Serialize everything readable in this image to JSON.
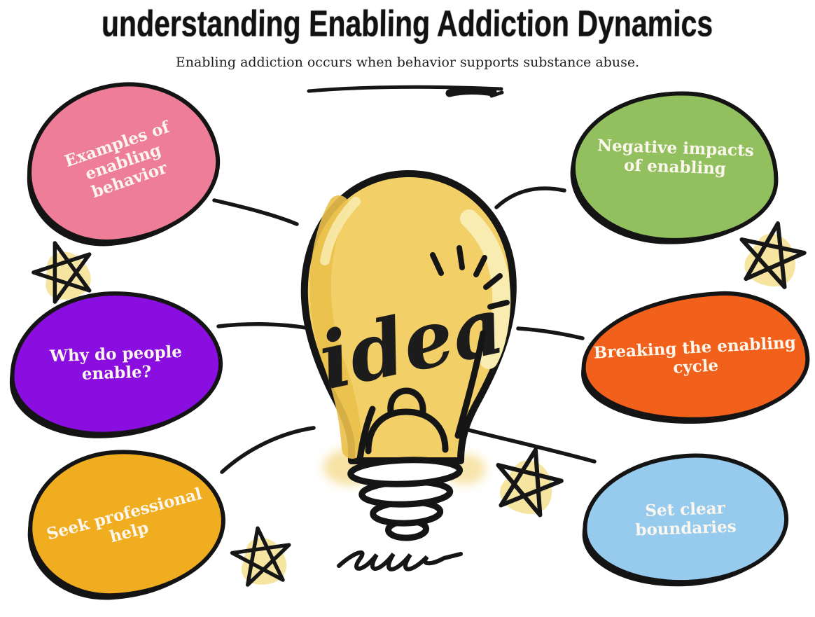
{
  "header": {
    "title": "understanding Enabling Addiction Dynamics",
    "subtitle": "Enabling addiction occurs when behavior supports substance abuse."
  },
  "bulb": {
    "label": "idea",
    "icon": "lightbulb-idea-icon"
  },
  "nodes": [
    {
      "label": "Examples of enabling behavior",
      "color": "#ee7e97",
      "position": "top-left"
    },
    {
      "label": "Negative impacts of enabling",
      "color": "#93c05e",
      "position": "top-right"
    },
    {
      "label": "Why do people enable?",
      "color": "#8a0ee0",
      "position": "middle-left"
    },
    {
      "label": "Breaking the enabling cycle",
      "color": "#f2611b",
      "position": "middle-right"
    },
    {
      "label": "Seek professional help",
      "color": "#f0ad1f",
      "position": "bottom-left"
    },
    {
      "label": "Set clear boundaries",
      "color": "#96cbee",
      "position": "bottom-right"
    }
  ],
  "decorations": {
    "star_icon": "star-doodle-icon",
    "star_count": 4,
    "connector_count": 6
  },
  "colors": {
    "ink": "#161616",
    "node_text": "#fcf7ee",
    "star_highlight": "#f5e5a0",
    "bulb_fill": "#f2cf67",
    "bulb_shade": "#eac04a",
    "bulb_highlight": "#f9ecb0",
    "background": "#ffffff"
  }
}
